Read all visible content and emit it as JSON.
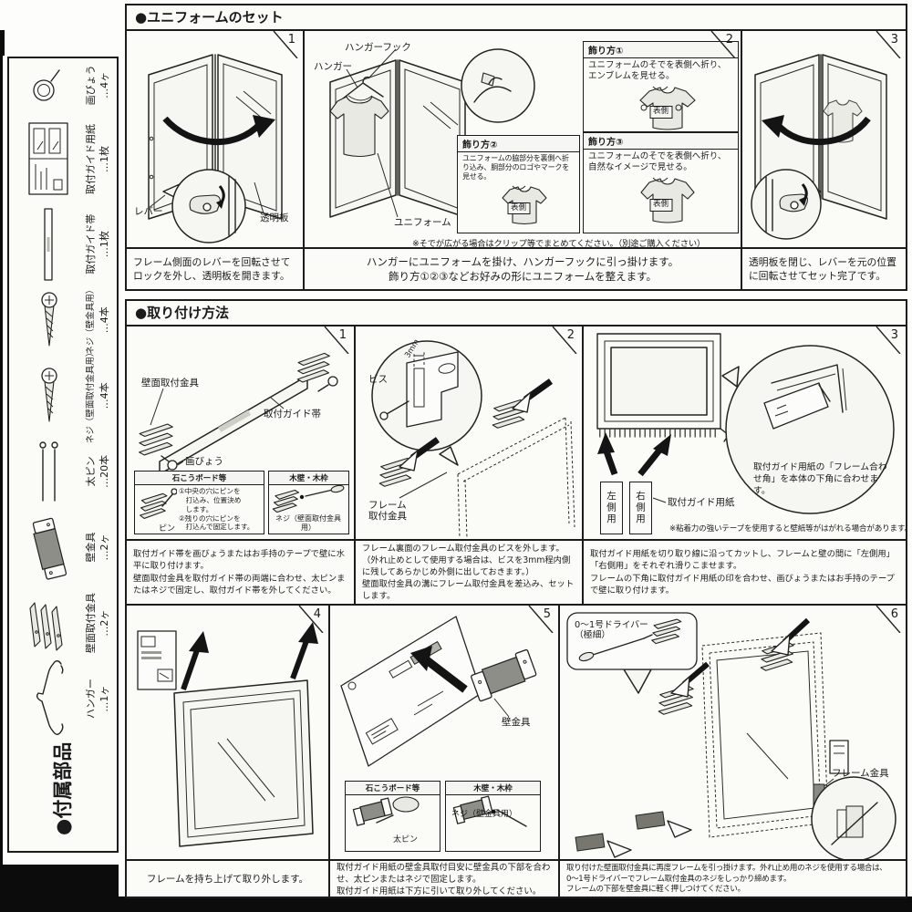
{
  "page": {
    "bg": "#fbfbf8",
    "ink": "#1c1c1c"
  },
  "parts_panel": {
    "title": "●付属部品",
    "items": [
      {
        "name": "ハンガー",
        "count": "…1ヶ",
        "icon": "hanger-icon"
      },
      {
        "name": "壁面取付金具",
        "count": "…2ヶ",
        "icon": "wall-mount-bracket-icon"
      },
      {
        "name": "壁金具",
        "count": "…2ヶ",
        "icon": "wall-bracket-icon"
      },
      {
        "name": "太ピン",
        "count": "…20本",
        "icon": "thick-pin-icon"
      },
      {
        "name": "ネジ（壁面取付金具用）",
        "count": "…4本",
        "icon": "screw-icon"
      },
      {
        "name": "ネジ（壁金具用）",
        "count": "…4本",
        "icon": "screw-icon"
      },
      {
        "name": "取付ガイド帯",
        "count": "…1枚",
        "icon": "guide-strip-icon"
      },
      {
        "name": "取付ガイド用紙",
        "count": "…1枚",
        "icon": "guide-paper-icon"
      },
      {
        "name": "画びょう",
        "count": "…4ヶ",
        "icon": "thumbtack-icon"
      }
    ]
  },
  "uniform_section": {
    "title": "●ユニフォームのセット",
    "steps": [
      {
        "num": "1",
        "labels": {
          "lever": "レバー",
          "clear_panel": "透明板"
        },
        "caption": "フレーム側面のレバーを回転させて\nロックを外し、透明板を開きます。"
      },
      {
        "num": "2",
        "labels": {
          "hanger_hook": "ハンガーフック",
          "hanger": "ハンガー",
          "uniform": "ユニフォーム"
        },
        "styles": [
          {
            "title": "飾り方①",
            "text": "ユニフォームのそでを表側へ折り、エンブレムを見せる。",
            "shirt_label": "表側"
          },
          {
            "title": "飾り方②",
            "text": "ユニフォームの脇部分を裏側へ折り込み、胴部分のロゴやマークを見せる。",
            "shirt_label": "表側"
          },
          {
            "title": "飾り方③",
            "text": "ユニフォームのそでを表側へ折り、自然なイメージで見せる。",
            "shirt_label": "表側"
          }
        ],
        "note": "※そでが広がる場合はクリップ等でまとめてください。（別途ご購入ください）",
        "caption": "ハンガーにユニフォームを掛け、ハンガーフックに引っ掛けます。\n飾り方①②③などお好みの形にユニフォームを整えます。"
      },
      {
        "num": "3",
        "caption": "透明板を閉じ、レバーを元の位置\nに回転させてセット完了です。"
      }
    ]
  },
  "install_section": {
    "title": "●取り付け方法",
    "steps": [
      {
        "num": "1",
        "labels": {
          "bracket": "壁面取付金具",
          "strip": "取付ガイド帯",
          "tack": "画びょう"
        },
        "boxes": [
          {
            "title": "石こうボード等",
            "text": "①中央の穴にピンを\n　打込み、位置決め\n　します。\n②残りの穴にピンを\n　打込んで固定します。",
            "label": "ピン"
          },
          {
            "title": "木壁・木枠",
            "label": "ネジ（壁面取付金具用）"
          }
        ],
        "caption": "取付ガイド帯を画びょうまたはお手持のテープで壁に水平に取り付けます。\n壁面取付金具を取付ガイド帯の両端に合わせ、太ピンまたはネジで固定し、取付ガイド帯を外してください。"
      },
      {
        "num": "2",
        "labels": {
          "dim": "3mm",
          "screw": "ビス",
          "frame_bracket": "フレーム\n取付金具"
        },
        "caption": "フレーム裏面のフレーム取付金具のビスを外します。\n（外れ止めとして使用する場合は、ビスを3mm程内側に残してあらかじめ外側に出しておきます。）\n壁面取付金具の溝にフレーム取付金具を差込み、セットします。"
      },
      {
        "num": "3",
        "labels": {
          "left": "左側用",
          "right": "右側用",
          "paper": "取付ガイド用紙"
        },
        "circle_text": "取付ガイド用紙の「フレーム合わせ角」を本体の下角に合わせます。",
        "note": "※粘着力の強いテープを使用すると壁紙等がはがれる場合があります。",
        "caption": "取付ガイド用紙を切り取り線に沿ってカットし、フレームと壁の間に「左側用」「右側用」をそれぞれ滑りこませます。\nフレームの下角に取付ガイド用紙の印を合わせ、画びょうまたはお手持のテープで壁に取り付けます。"
      },
      {
        "num": "4",
        "caption": "フレームを持ち上げて取り外します。"
      },
      {
        "num": "5",
        "labels": {
          "bracket": "壁金具"
        },
        "boxes": [
          {
            "title": "石こうボード等",
            "label": "太ピン"
          },
          {
            "title": "木壁・木枠",
            "label": "ネジ（壁金具用）"
          }
        ],
        "caption": "取付ガイド用紙の壁金具取付目安に壁金具の下部を合わせ、太ピンまたはネジで固定します。\n取付ガイド用紙は下方に引いて取り外してください。"
      },
      {
        "num": "6",
        "labels": {
          "driver": "0〜1号ドライバー\n（極細）",
          "bracket": "フレーム金具"
        },
        "caption": "取り付けた壁面取付金具に再度フレームを引っ掛けます。外れ止め用のネジを使用する場合は、\n0〜1号ドライバーでフレーム取付金具のネジをしっかり締めます。\nフレームの下部を壁金具に軽く押しつけてください。"
      }
    ]
  }
}
